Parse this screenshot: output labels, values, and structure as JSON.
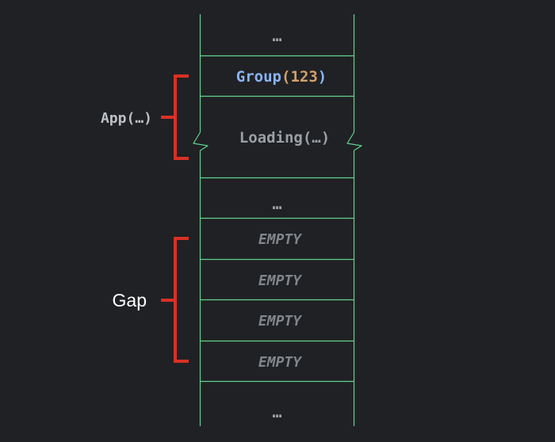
{
  "colors": {
    "background": "#202124",
    "column_line": "#5fd38d",
    "bracket": "#d93025",
    "group_fn": "#8ab4f8",
    "group_arg": "#d2a06a",
    "muted_text": "#9aa0a6",
    "empty_text": "#80868b",
    "white_label": "#ffffff"
  },
  "column": {
    "top_ellipsis": "…",
    "group": {
      "fn_name": "Group",
      "open_paren": "(",
      "arg": "123",
      "close_paren": ")"
    },
    "loading": "Loading(…)",
    "middle_ellipsis": "…",
    "empty_slots": [
      "EMPTY",
      "EMPTY",
      "EMPTY",
      "EMPTY"
    ],
    "bottom_ellipsis": "…"
  },
  "labels": {
    "app": "App(…)",
    "gap": "Gap"
  }
}
